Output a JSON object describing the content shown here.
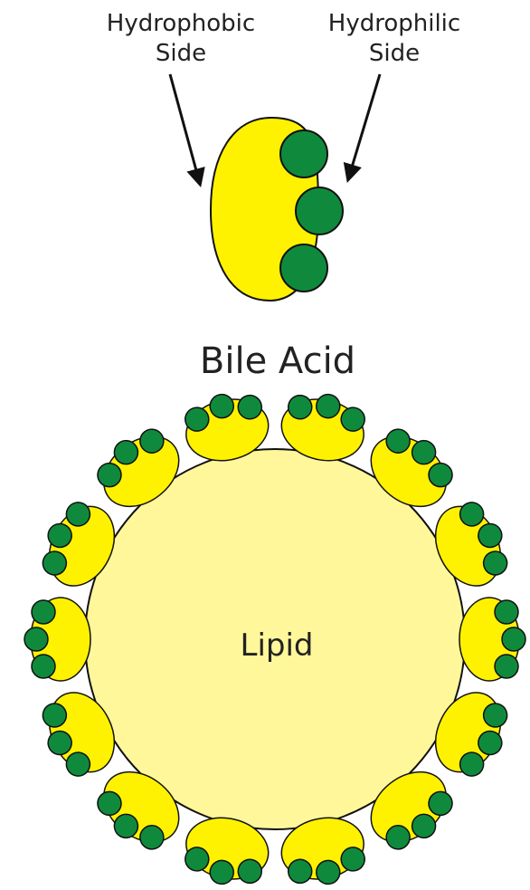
{
  "labels": {
    "hydrophobic_line1": "Hydrophobic",
    "hydrophobic_line2": "Side",
    "hydrophilic_line1": "Hydrophilic",
    "hydrophilic_line2": "Side",
    "title": "Bile Acid",
    "lipid": "Lipid"
  },
  "colors": {
    "hydrophobic": "#fff200",
    "hydrophilic": "#0f8a3c",
    "lipid": "#fff79a",
    "outline": "#111111",
    "text": "#222222"
  }
}
